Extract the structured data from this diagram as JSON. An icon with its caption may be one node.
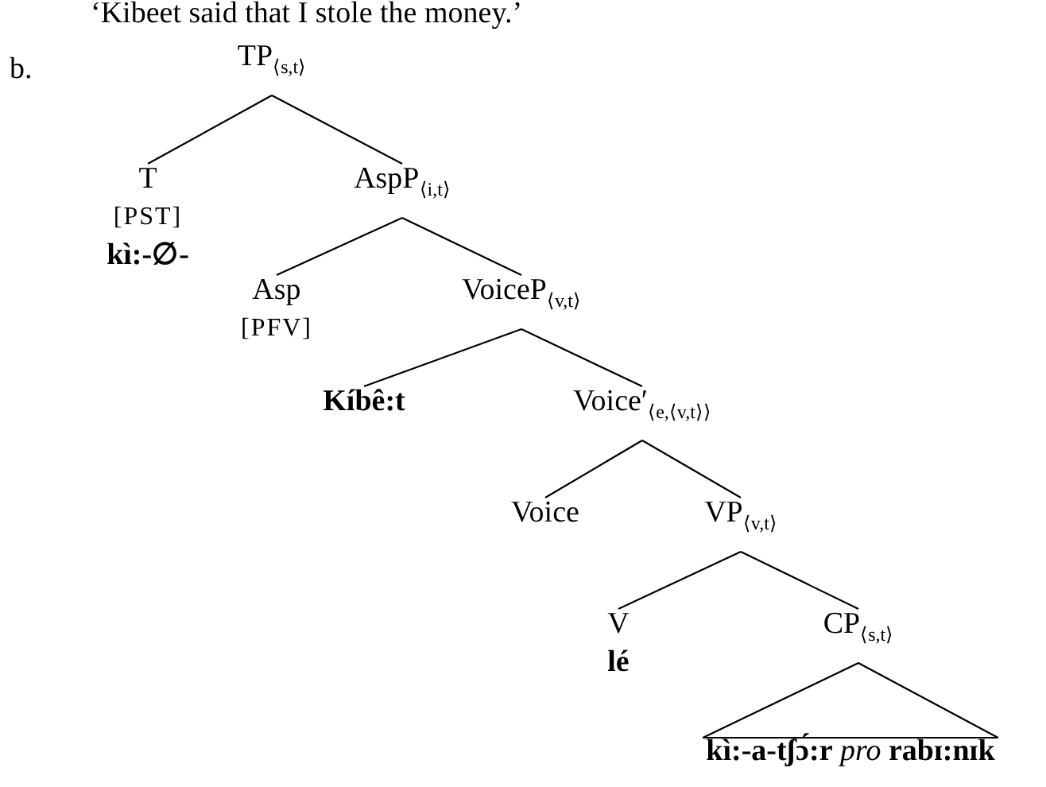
{
  "diagram": {
    "nodes": [
      {
        "text": [
          "TP$_{⟨s,t⟩}$"
        ]
      },
      {
        "text": [
          "T",
          "[PST]",
          "kì:-∅-"
        ]
      },
      {
        "text": [
          "AspP$_{⟨i,t⟩}$"
        ]
      },
      {
        "text": [
          "Asp",
          "[PFV]"
        ]
      },
      {
        "text": [
          "VoiceP$_{⟨v,t⟩}$"
        ]
      },
      {
        "text": [
          "Kíbê:t"
        ]
      },
      {
        "text": [
          "Voice′$_{⟨e,⟨v,t⟩⟩}$"
        ]
      },
      {
        "text": [
          "Voice"
        ]
      },
      {
        "text": [
          "VP$_{⟨v,t⟩}$"
        ]
      },
      {
        "text": [
          "V",
          "lé"
        ]
      },
      {
        "text": [
          "CP$_{⟨s,t⟩}$"
        ]
      },
      {
        "text": [
          "**kì:-a-tʃɔ́:r** *pro* **rabɪ:nɪk**"
        ]
      }
    ],
    "edges": [
      {
        "from": 0,
        "to": 1,
        "arrow": "none"
      },
      {
        "from": 0,
        "to": 2,
        "arrow": "none"
      },
      {
        "from": 2,
        "to": 3,
        "arrow": "none"
      },
      {
        "from": 2,
        "to": 4,
        "arrow": "none"
      },
      {
        "from": 4,
        "to": 5,
        "arrow": "none"
      },
      {
        "from": 4,
        "to": 6,
        "arrow": "none"
      },
      {
        "from": 6,
        "to": 7,
        "arrow": "none"
      },
      {
        "from": 6,
        "to": 8,
        "arrow": "none"
      },
      {
        "from": 8,
        "to": 9,
        "arrow": "none"
      },
      {
        "from": 8,
        "to": 10,
        "arrow": "none"
      },
      {
        "from": 10,
        "to": 11,
        "arrow": "none"
      }
    ],
    "labels": [
      "‘Kibeet said that I stole the money.’",
      "b."
    ]
  }
}
